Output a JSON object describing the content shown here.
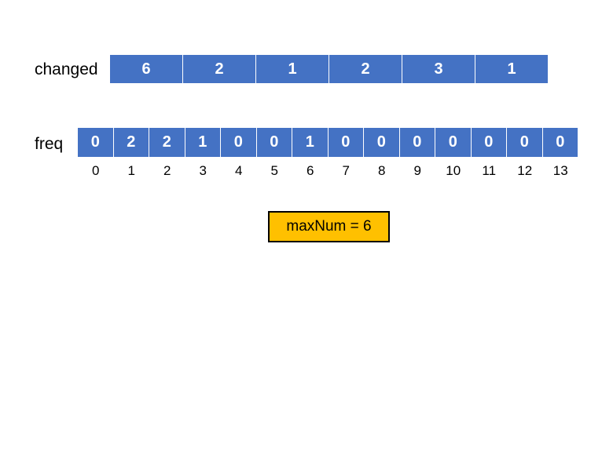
{
  "changed": {
    "label": "changed",
    "values": [
      "6",
      "2",
      "1",
      "2",
      "3",
      "1"
    ]
  },
  "freq": {
    "label": "freq",
    "values": [
      "0",
      "2",
      "2",
      "1",
      "0",
      "0",
      "1",
      "0",
      "0",
      "0",
      "0",
      "0",
      "0",
      "0"
    ],
    "indices": [
      "0",
      "1",
      "2",
      "3",
      "4",
      "5",
      "6",
      "7",
      "8",
      "9",
      "10",
      "11",
      "12",
      "13"
    ]
  },
  "maxnum": {
    "text": "maxNum = 6"
  },
  "colors": {
    "cell_fill": "#4472c4",
    "cell_text": "#ffffff",
    "highlight_box": "#ffc000"
  }
}
